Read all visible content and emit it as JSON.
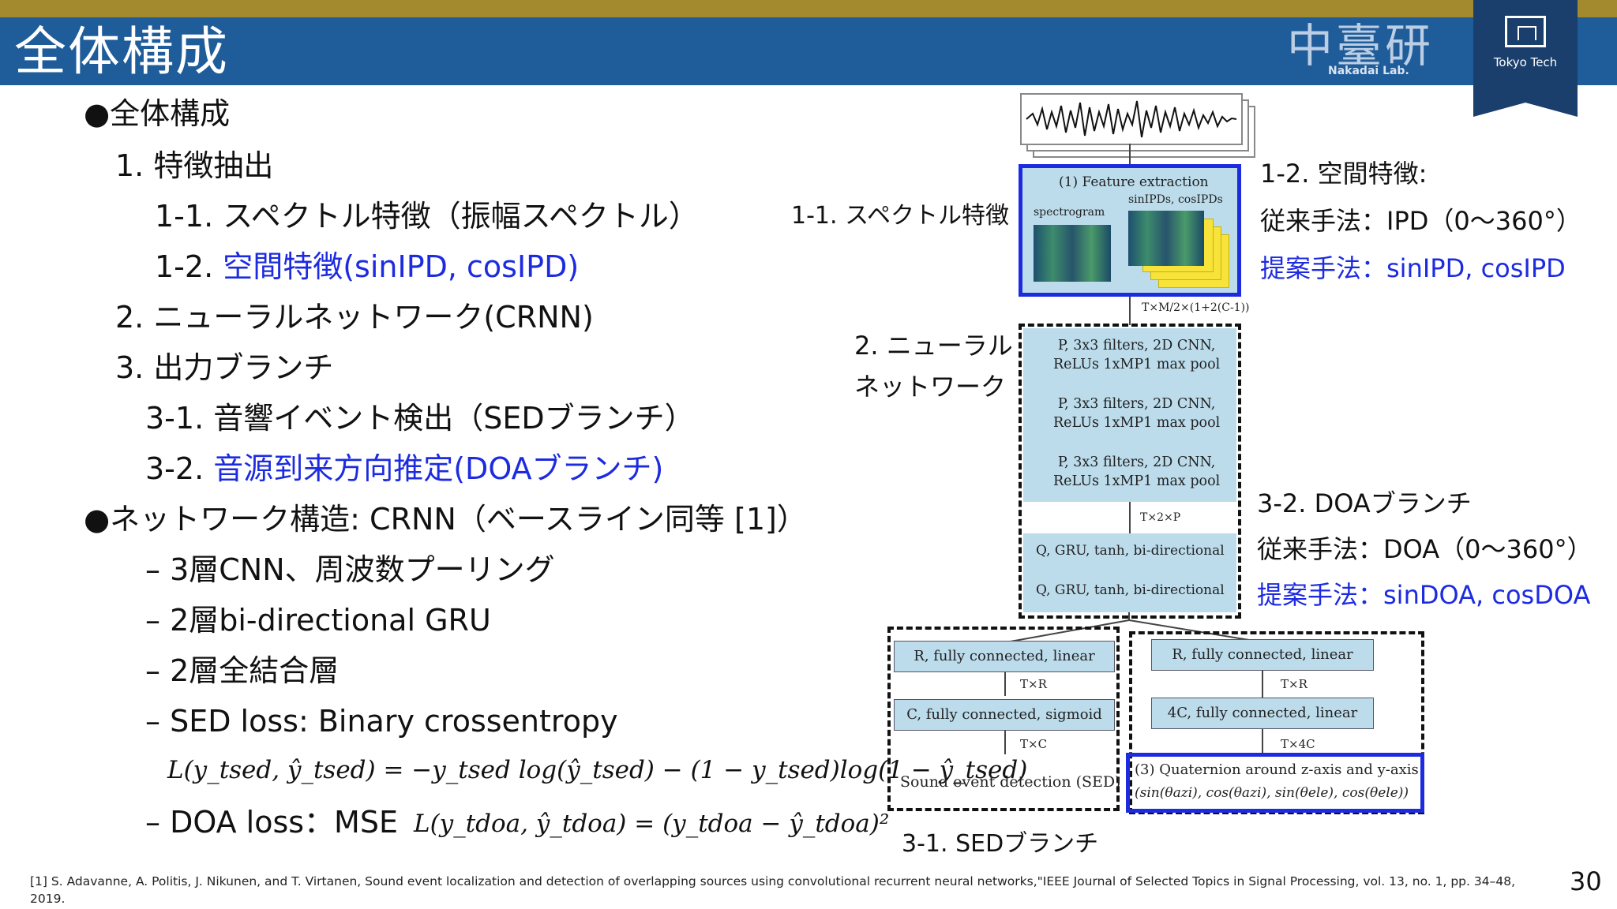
{
  "header": {
    "title": "全体構成",
    "lab_logo_kanji": "中臺研",
    "lab_logo_en": "Nakadai Lab.",
    "univ_logo": "Tokyo Tech"
  },
  "outline": {
    "h1": "●全体構成",
    "item1": "1. 特徴抽出",
    "item1_1": "1-1. スペクトル特徴（振幅スペクトル）",
    "item1_2_prefix": "1-2. ",
    "item1_2_blue": "空間特徴(sinIPD, cosIPD)",
    "item2": "2. ニューラルネットワーク(CRNN)",
    "item3": "3. 出力ブランチ",
    "item3_1": "3-1. 音響イベント検出（SEDブランチ）",
    "item3_2_prefix": "3-2. ",
    "item3_2_blue": "音源到来方向推定(DOAブランチ)",
    "h2": "●ネットワーク構造: CRNN（ベースライン同等 [1]）",
    "bullet1": "– 3層CNN、周波数プーリング",
    "bullet2": "– 2層bi-directional GRU",
    "bullet3": "– 2層全結合層",
    "bullet4": "– SED loss: Binary crossentropy",
    "sed_formula": "L(y_tsed, ŷ_tsed) = −y_tsed log(ŷ_tsed) − (1 − y_tsed)log(1 − ŷ_tsed)",
    "bullet5": "– DOA loss：MSE",
    "doa_formula": "L(y_tdoa, ŷ_tdoa) = (y_tdoa − ŷ_tdoa)²"
  },
  "labels": {
    "spectral": "1-1. スペクトル特徴",
    "spatial_title": "1-2. 空間特徴:",
    "spatial_conv": "従来手法：IPD（0〜360°）",
    "spatial_prop": "提案手法：sinIPD, cosIPD",
    "nn_line1": "2. ニューラル",
    "nn_line2": "ネットワーク",
    "doa_title": "3-2. DOAブランチ",
    "doa_conv": "従来手法：DOA（0〜360°）",
    "doa_prop": "提案手法：sinDOA, cosDOA",
    "sed_branch": "3-1. SEDブランチ"
  },
  "diagram": {
    "feature_title": "(1) Feature extraction",
    "sinipd_label": "sinIPDs, cosIPDs",
    "spectrogram_label": "spectrogram",
    "dim1": "T×M/2×(1+2(C-1))",
    "cnn_layers": [
      "P, 3x3 filters, 2D CNN,\nReLUs 1xMP1 max pool",
      "P, 3x3 filters, 2D CNN,\nReLUs 1xMP1 max pool",
      "P, 3x3 filters, 2D CNN,\nReLUs 1xMP1 max pool"
    ],
    "dim2": "T×2×P",
    "gru_layers": [
      "Q, GRU, tanh, bi-directional",
      "Q, GRU, tanh, bi-directional"
    ],
    "sed_fc1": "R, fully connected, linear",
    "sed_dim1": "T×R",
    "sed_fc2": "C, fully connected, sigmoid",
    "sed_dim2": "T×C",
    "sed_out": "Sound event detection (SED)",
    "doa_fc1": "R, fully connected, linear",
    "doa_dim1": "T×R",
    "doa_fc2": "4C, fully connected, linear",
    "doa_dim2": "T×4C",
    "doa_out1": "(3) Quaternion around z-axis and y-axis",
    "doa_out2": "(sin(θazi), cos(θazi), sin(θele), cos(θele))"
  },
  "footnote": "[1] S. Adavanne, A. Politis, J. Nikunen, and T. Virtanen, Sound event localization and detection of overlapping sources using convolutional recurrent neural networks,\"IEEE Journal of Selected Topics in Signal Processing, vol. 13, no. 1, pp. 34–48, 2019.",
  "page_number": "30",
  "colors": {
    "header_blue": "#1f5c9a",
    "top_gold": "#a38a2e",
    "accent_blue": "#1d2be0",
    "layer_fill": "#bcdcec"
  }
}
